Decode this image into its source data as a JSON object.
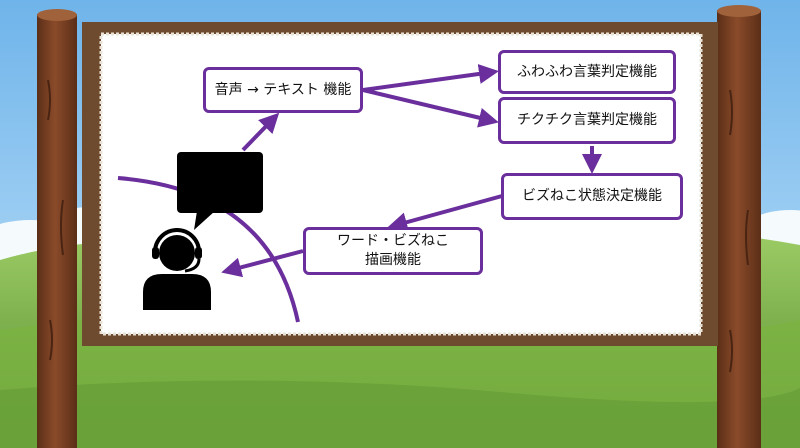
{
  "diagram": {
    "nodes": [
      {
        "id": "speech-to-text",
        "label": "音声 → テキスト 機能"
      },
      {
        "id": "fuwafuwa",
        "label": "ふわふわ言葉判定機能"
      },
      {
        "id": "chikuchiku",
        "label": "チクチク言葉判定機能"
      },
      {
        "id": "bizneko-state",
        "label": "ビズねこ状態決定機能"
      },
      {
        "id": "drawing",
        "label_line1": "ワード・ビズねこ",
        "label_line2": "描画機能"
      }
    ],
    "edges": [
      {
        "from": "speech-bubble",
        "to": "speech-to-text"
      },
      {
        "from": "speech-to-text",
        "to": "fuwafuwa"
      },
      {
        "from": "speech-to-text",
        "to": "chikuchiku"
      },
      {
        "from": "chikuchiku",
        "to": "bizneko-state"
      },
      {
        "from": "bizneko-state",
        "to": "drawing"
      },
      {
        "from": "drawing",
        "to": "operator"
      }
    ],
    "icons": [
      "speech-bubble-icon",
      "operator-headset-icon"
    ]
  },
  "colors": {
    "accent": "#6a2f9c",
    "wood": "#7b4326",
    "wood_dark": "#5b2e17",
    "board_frame": "#6e4a2e",
    "sky": "#8fc7ef",
    "grass": "#7cb342"
  }
}
